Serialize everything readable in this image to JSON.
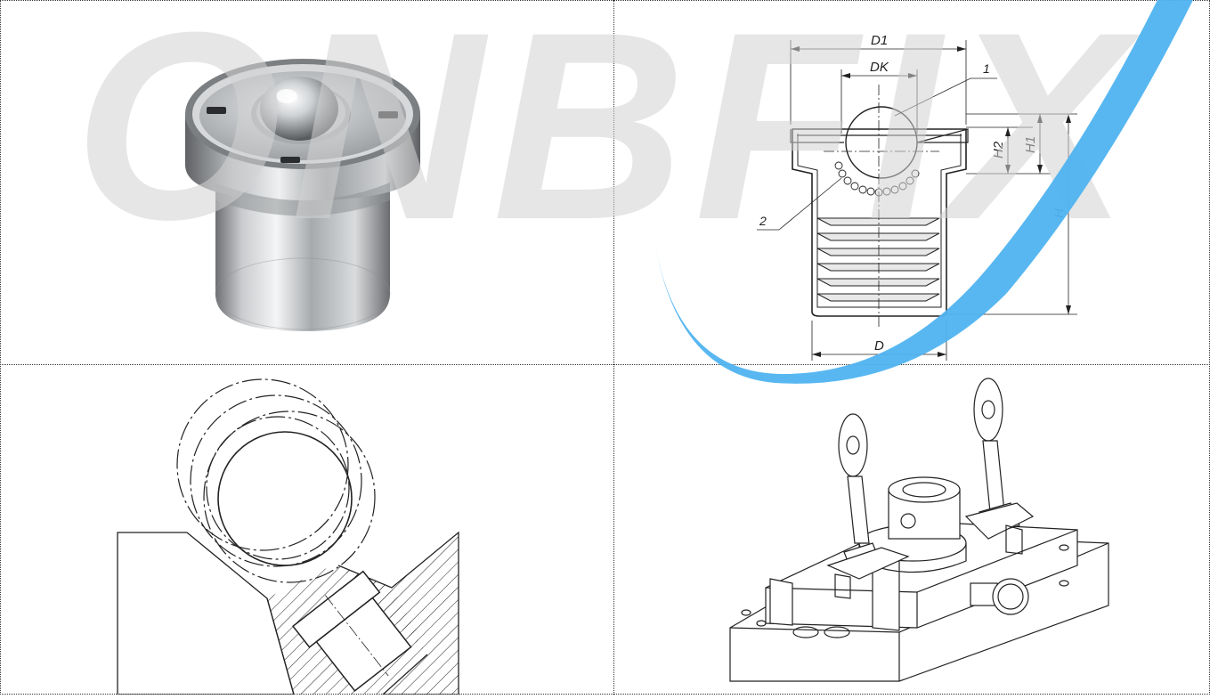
{
  "watermark": {
    "text": "ONBFIX",
    "text_color": "#d3d3d3",
    "swoosh_color": "#4fb3f0"
  },
  "drawing": {
    "dimensions": {
      "d1": "D1",
      "dk": "DK",
      "d": "D",
      "h": "H",
      "h1": "H1",
      "h2": "H2"
    },
    "callouts": {
      "part1": "1",
      "part2": "2"
    }
  }
}
